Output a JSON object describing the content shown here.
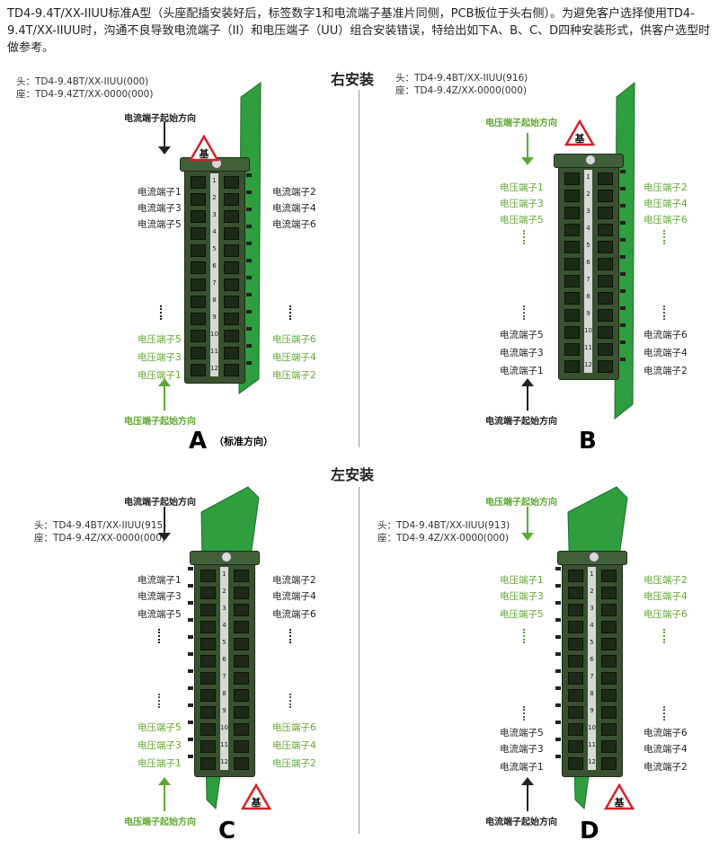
{
  "intro": "TD4-9.4T/XX-IIUU标准A型（头座配插安装好后，标签数字1和电流端子基准片同侧，PCB板位于头右侧）。为避免客户选择使用TD4-9.4T/XX-IIUU时，沟通不良导致电流端子（II）和电压端子（UU）组合安装错误，特给出如下A、B、C、D四种安装形式，供客户选型时做参考。",
  "sections": {
    "right": "右安装",
    "left": "左安装"
  },
  "badge_text": "基",
  "block_numbers": [
    "1",
    "2",
    "3",
    "4",
    "5",
    "6",
    "7",
    "8",
    "9",
    "10",
    "11",
    "12"
  ],
  "colors": {
    "green": "#5fa832",
    "black": "#222222",
    "pcb": "#2e9e3e",
    "block": "#39512e"
  },
  "panels": [
    {
      "letter": "A",
      "sub": "（标准方向）",
      "model_head": "头：TD4-9.4BT/XX-IIUU(000)",
      "model_seat": "座：TD4-9.4ZT/XX-0000(000)",
      "dir_top": "电流端子起始方向",
      "dir_bottom": "电压端子起始方向",
      "left_top": [
        "电流端子1",
        "电流端子3",
        "电流端子5"
      ],
      "right_top": [
        "电流端子2",
        "电流端子4",
        "电流端子6"
      ],
      "left_bottom": [
        "电压端子5",
        "电压端子3",
        "电压端子1"
      ],
      "right_bottom": [
        "电压端子6",
        "电压端子4",
        "电压端子2"
      ]
    },
    {
      "letter": "B",
      "sub": "",
      "model_head": "头：TD4-9.4BT/XX-IIUU(916)",
      "model_seat": "座：TD4-9.4Z/XX-0000(000)",
      "dir_top": "电压端子起始方向",
      "dir_bottom": "电流端子起始方向",
      "left_top": [
        "电压端子1",
        "电压端子3",
        "电压端子5"
      ],
      "right_top": [
        "电压端子2",
        "电压端子4",
        "电压端子6"
      ],
      "left_bottom": [
        "电流端子5",
        "电流端子3",
        "电流端子1"
      ],
      "right_bottom": [
        "电流端子6",
        "电流端子4",
        "电流端子2"
      ]
    },
    {
      "letter": "C",
      "sub": "",
      "model_head": "头：TD4-9.4BT/XX-IIUU(915)",
      "model_seat": "座：TD4-9.4Z/XX-0000(000)",
      "dir_top": "电流端子起始方向",
      "dir_bottom": "电压端子起始方向",
      "left_top": [
        "电流端子1",
        "电流端子3",
        "电流端子5"
      ],
      "right_top": [
        "电流端子2",
        "电流端子4",
        "电流端子6"
      ],
      "left_bottom": [
        "电压端子5",
        "电压端子3",
        "电压端子1"
      ],
      "right_bottom": [
        "电压端子6",
        "电压端子4",
        "电压端子2"
      ]
    },
    {
      "letter": "D",
      "sub": "",
      "model_head": "头：TD4-9.4BT/XX-IIUU(913)",
      "model_seat": "座：TD4-9.4Z/XX-0000(000)",
      "dir_top": "电压端子起始方向",
      "dir_bottom": "电流端子起始方向",
      "left_top": [
        "电压端子1",
        "电压端子3",
        "电压端子5"
      ],
      "right_top": [
        "电压端子2",
        "电压端子4",
        "电压端子6"
      ],
      "left_bottom": [
        "电流端子5",
        "电流端子3",
        "电流端子1"
      ],
      "right_bottom": [
        "电流端子6",
        "电流端子4",
        "电流端子2"
      ]
    }
  ]
}
